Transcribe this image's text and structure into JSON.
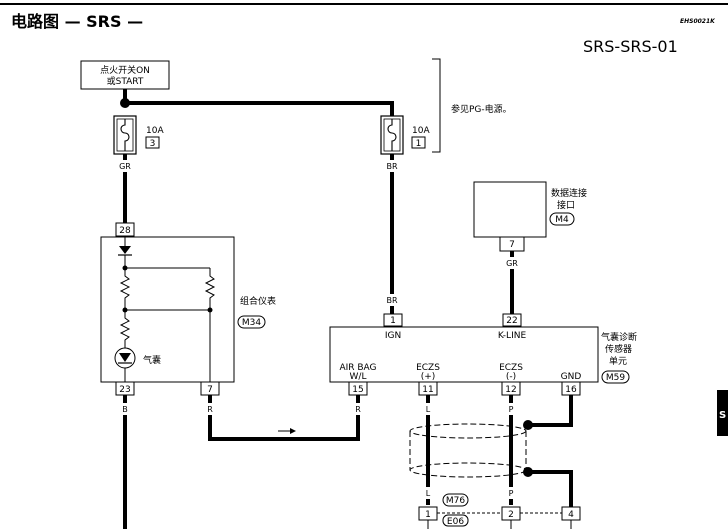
{
  "header": {
    "title": "电路图 — SRS —",
    "doc_code": "EHS0021K",
    "diagram_code": "SRS-SRS-01"
  },
  "ignition": {
    "line1": "点火开关ON",
    "line2": "或START"
  },
  "fuse_note": "参见PG-电源。",
  "fuses": [
    {
      "rating": "10A",
      "number": "3",
      "wire": "GR"
    },
    {
      "rating": "10A",
      "number": "1",
      "wire": "BR"
    }
  ],
  "dlc": {
    "line1": "数据连接",
    "line2": "接口",
    "connector": "M4",
    "pin": "7",
    "wire": "GR"
  },
  "combination_meter": {
    "name": "组合仪表",
    "connector": "M34",
    "pin_in": "28",
    "pin_out1": "23",
    "pin_out2": "7",
    "lamp_label": "气囊",
    "wire_out1": "B",
    "wire_out2": "R"
  },
  "sensor_unit": {
    "line1": "气囊诊断",
    "line2": "传感器",
    "line3": "单元",
    "connector": "M59",
    "top_pins": [
      {
        "pin": "1",
        "label": "IGN",
        "wire": "BR"
      },
      {
        "pin": "22",
        "label": "K-LINE",
        "wire": "GR"
      }
    ],
    "bottom_pins": [
      {
        "pin": "15",
        "label1": "AIR BAG",
        "label2": "W/L",
        "wire": "R"
      },
      {
        "pin": "11",
        "label1": "ECZS",
        "label2": "(+)",
        "wire": "L"
      },
      {
        "pin": "12",
        "label1": "ECZS",
        "label2": "(-)",
        "wire": "P"
      },
      {
        "pin": "16",
        "label1": "GND",
        "label2": "",
        "wire": ""
      }
    ]
  },
  "bottom_connector": {
    "pins": [
      "1",
      "2",
      "4"
    ],
    "code_m": "M76",
    "code_e": "E06",
    "wires": [
      "L",
      "P"
    ]
  },
  "side_tab": "S"
}
